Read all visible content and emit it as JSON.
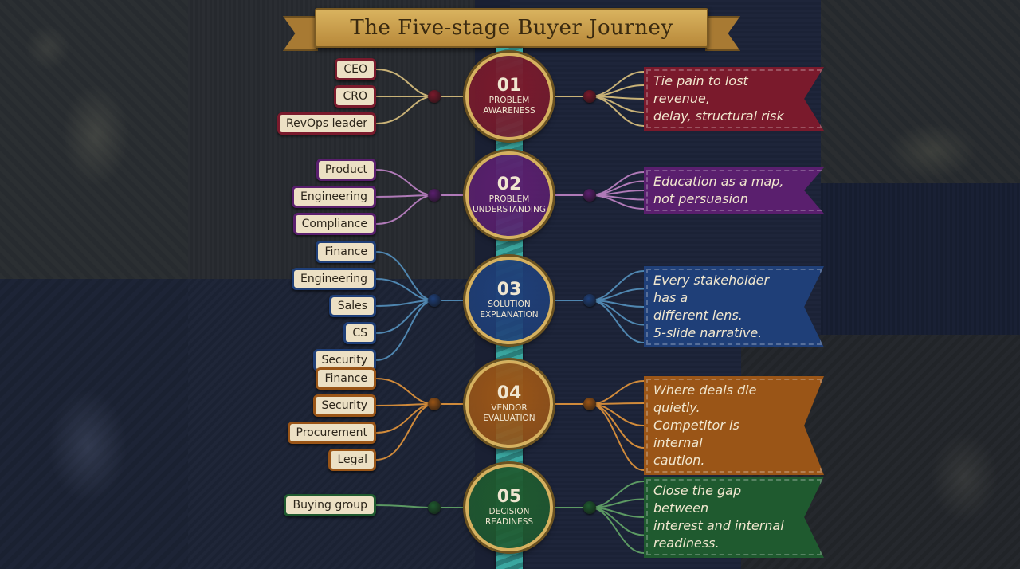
{
  "title": "The Five-stage Buyer Journey",
  "stages": [
    {
      "number": "01",
      "label": "PROBLEM\nAWARENESS",
      "color": "#7a1a2c",
      "stakeholders": [
        "CEO",
        "CRO",
        "RevOps leader"
      ],
      "note": "Tie pain to lost revenue,\ndelay, structural risk"
    },
    {
      "number": "02",
      "label": "PROBLEM\nUNDERSTANDING",
      "color": "#5a1f6e",
      "stakeholders": [
        "Product",
        "Engineering",
        "Compliance"
      ],
      "note": "Education as a map,\nnot persuasion"
    },
    {
      "number": "03",
      "label": "SOLUTION\nEXPLANATION",
      "color": "#1f3f78",
      "stakeholders": [
        "Finance",
        "Engineering",
        "Sales",
        "CS",
        "Security"
      ],
      "note": "Every stakeholder has a\ndifferent lens.\n5-slide narrative."
    },
    {
      "number": "04",
      "label": "VENDOR\nEVALUATION",
      "color": "#9a5517",
      "stakeholders": [
        "Finance",
        "Security",
        "Procurement",
        "Legal"
      ],
      "note": "Where deals die quietly.\nCompetitor is internal\ncaution."
    },
    {
      "number": "05",
      "label": "DECISION\nREADINESS",
      "color": "#1f5a2f",
      "stakeholders": [
        "Buying group"
      ],
      "note": "Close the gap between\ninterest and internal\nreadiness."
    }
  ]
}
